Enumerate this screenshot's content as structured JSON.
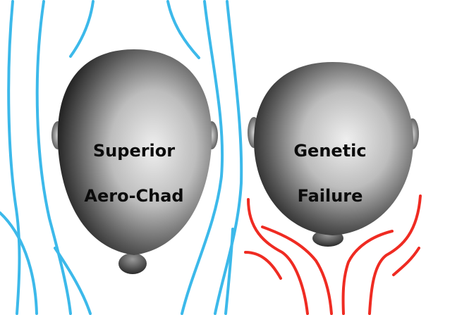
{
  "heads": [
    {
      "id": "left",
      "label_line1": "Superior",
      "label_line2": "Aero-Chad",
      "flow_color": "#3cb9ea"
    },
    {
      "id": "right",
      "label_line1": "Genetic",
      "label_line2": "Failure",
      "flow_color": "#ef2b22"
    }
  ],
  "colors": {
    "background": "#ffffff",
    "head_dark": "#2a2a2a",
    "head_light": "#e6e6e6",
    "label_text": "#0b0b0b"
  }
}
